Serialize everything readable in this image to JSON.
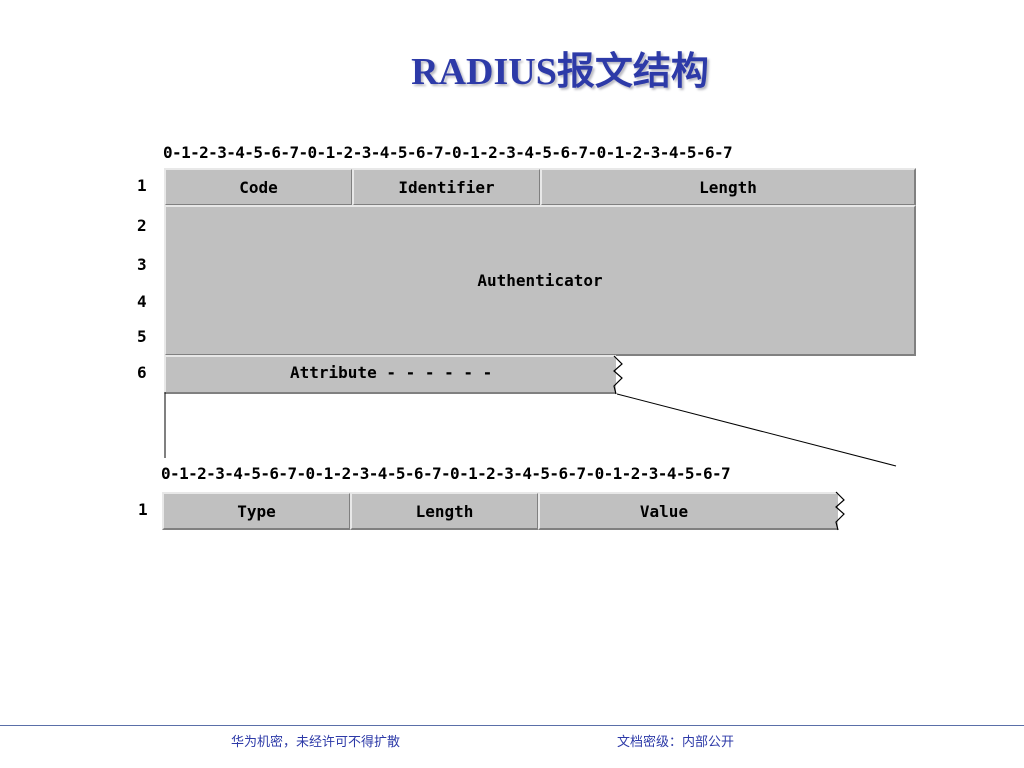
{
  "title": "RADIUS报文结构",
  "packet": {
    "bit_ruler": "0-1-2-3-4-5-6-7-0-1-2-3-4-5-6-7-0-1-2-3-4-5-6-7-0-1-2-3-4-5-6-7",
    "row_numbers": [
      "1",
      "2",
      "3",
      "4",
      "5",
      "6"
    ],
    "fields": {
      "code": "Code",
      "identifier": "Identifier",
      "length": "Length",
      "authenticator": "Authenticator",
      "attribute": "Attribute - - - - - -"
    }
  },
  "attribute_detail": {
    "bit_ruler": "0-1-2-3-4-5-6-7-0-1-2-3-4-5-6-7-0-1-2-3-4-5-6-7-0-1-2-3-4-5-6-7",
    "row_number": "1",
    "fields": {
      "type": "Type",
      "length": "Length",
      "value": "Value"
    }
  },
  "footer": {
    "left": "华为机密，未经许可不得扩散",
    "right": "文档密级：内部公开"
  },
  "colors": {
    "title": "#2d3aa8",
    "field_fill": "#c0c0c0",
    "footer_text": "#2d3aa8",
    "footer_line": "#5a6fa8"
  }
}
